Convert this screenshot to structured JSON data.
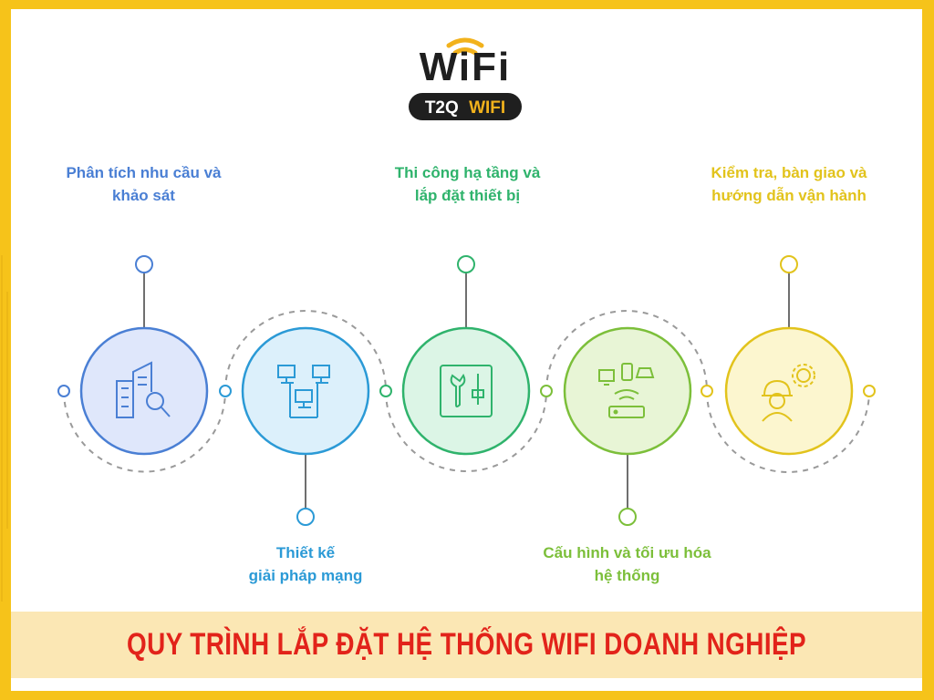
{
  "logo": {
    "wordmark": "WiFi",
    "badge": "T2Q WIFI",
    "badge_prefix": "T2Q",
    "badge_suffix": "WIFI"
  },
  "steps": [
    {
      "title_lines": [
        "Phân tích nhu cầu và",
        "khảo sát"
      ],
      "color": "#4a7fd4",
      "icon": "building-magnifier-icon"
    },
    {
      "title_lines": [
        "Thiết kế",
        "giải pháp mạng"
      ],
      "color": "#2b9ad6",
      "icon": "network-computers-icon"
    },
    {
      "title_lines": [
        "Thi công hạ tầng và",
        "lắp đặt thiết bị"
      ],
      "color": "#2fb36c",
      "icon": "tools-panel-icon"
    },
    {
      "title_lines": [
        "Cấu hình và tối ưu hóa",
        "hệ thống"
      ],
      "color": "#7cbf3a",
      "icon": "router-devices-icon"
    },
    {
      "title_lines": [
        "Kiểm tra, bàn giao và",
        "hướng dẫn vận hành"
      ],
      "color": "#e2c31c",
      "icon": "engineer-gear-icon"
    }
  ],
  "banner": {
    "title": "QUY TRÌNH LẮP ĐẶT HỆ THỐNG WIFI DOANH NGHIỆP"
  },
  "colors": {
    "frame": "#f6c31a",
    "banner_bg": "#fbe7b4",
    "banner_text": "#e2231a",
    "logo_dark": "#1f1f1f",
    "logo_accent": "#f2b21c"
  }
}
